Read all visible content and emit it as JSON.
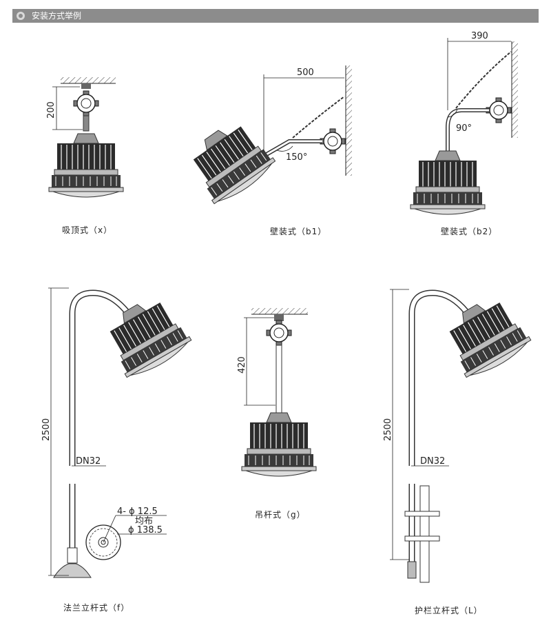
{
  "header": {
    "title": "安装方式举例"
  },
  "captions": {
    "x": "吸顶式（x）",
    "b1": "壁装式（b1）",
    "b2": "壁装式（b2）",
    "g": "吊杆式（g）",
    "f": "法兰立杆式（f）",
    "L": "护栏立杆式（L）"
  },
  "dims": {
    "x_height": "200",
    "b1_width": "500",
    "b1_angle": "150°",
    "b2_width": "390",
    "b2_angle": "90°",
    "g_height": "420",
    "f_height": "2500",
    "f_pipe": "DN32",
    "f_holes": "4- ϕ 12.5",
    "f_even": "均布",
    "f_dia": "ϕ 138.5",
    "L_height": "2500",
    "L_pipe": "DN32"
  }
}
